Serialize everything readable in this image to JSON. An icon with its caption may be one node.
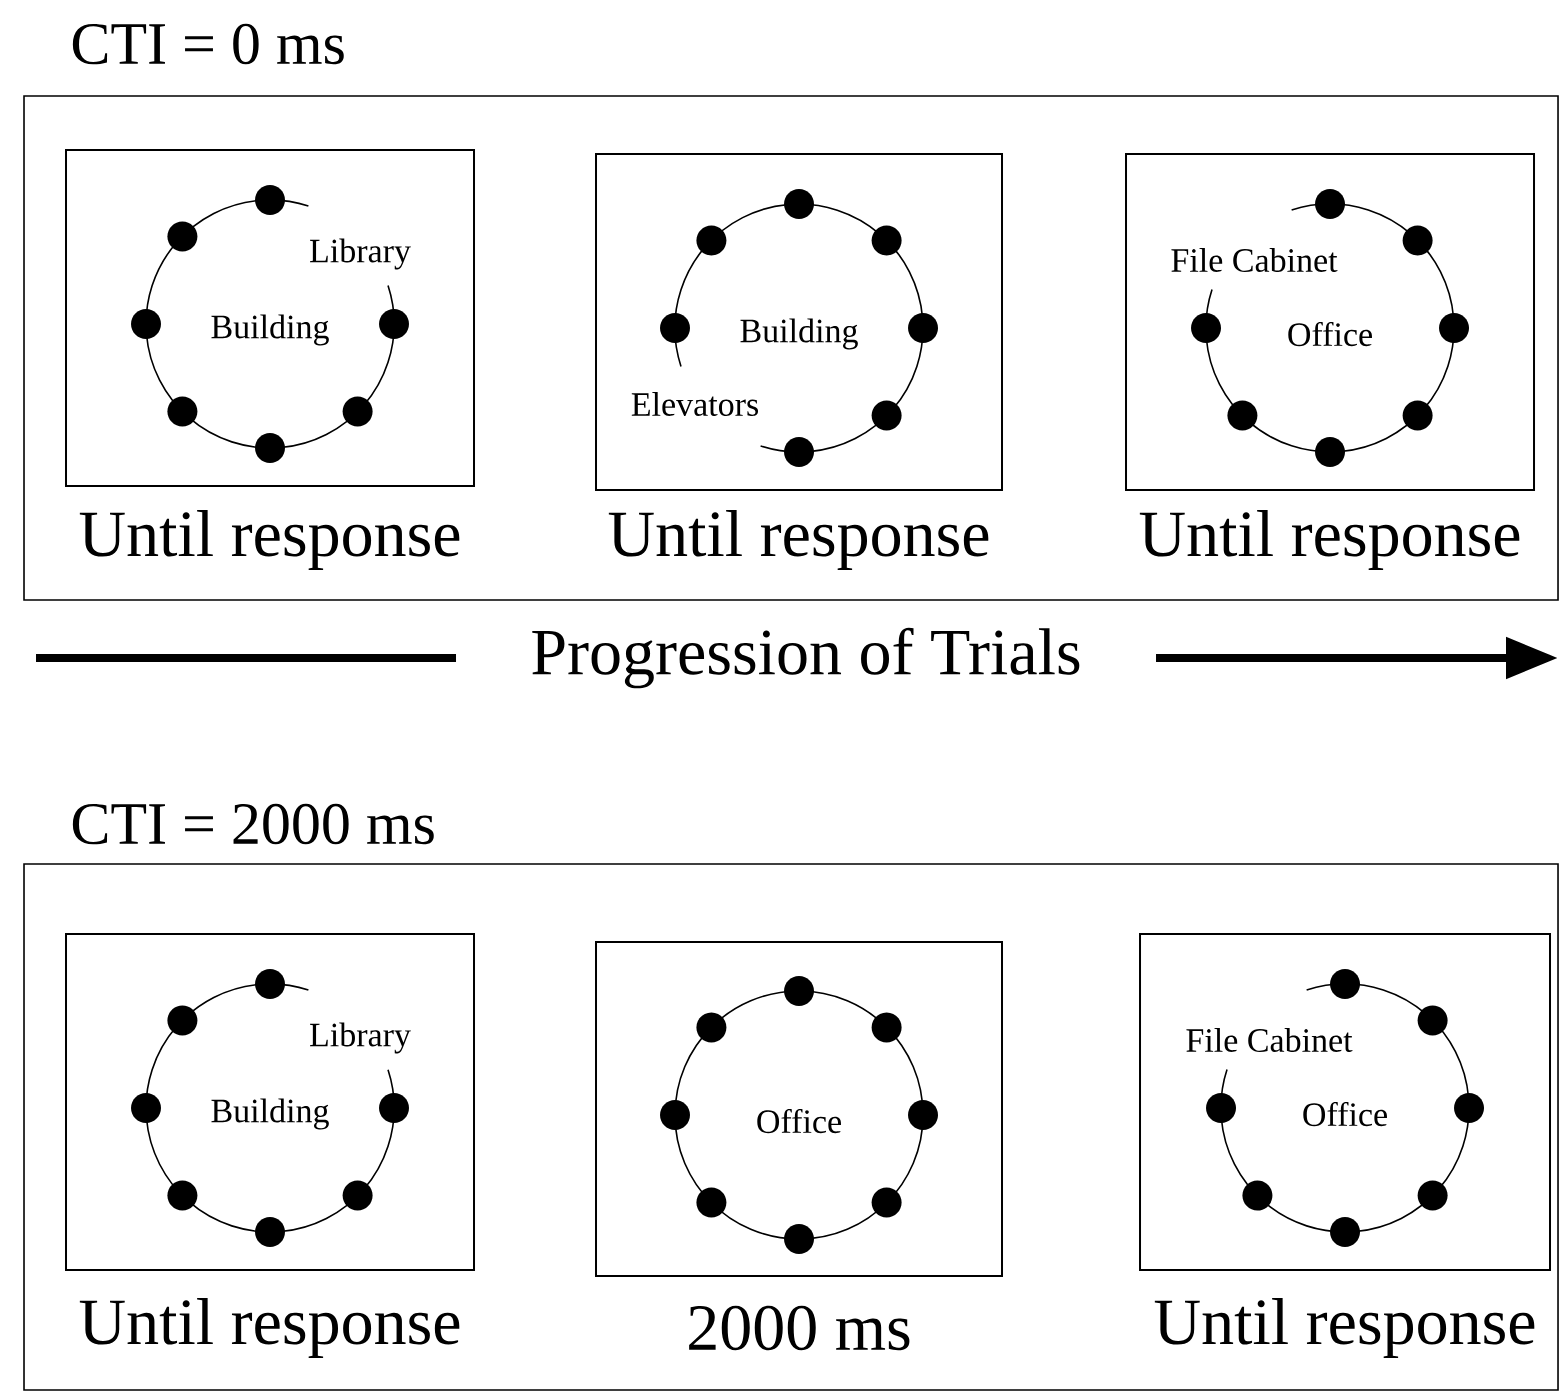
{
  "diagram": {
    "nodes": [
      {
        "text": [
          "CTI = 0 ms"
        ]
      },
      {
        "text": [
          "Library",
          "Building"
        ],
        "in": 0,
        "beside": [
          "Until response"
        ]
      },
      {
        "text": [
          "Building",
          "Elevators"
        ],
        "in": 0,
        "beside": [
          "Until response"
        ]
      },
      {
        "text": [
          "File Cabinet",
          "Office"
        ],
        "in": 0,
        "beside": [
          "Until response"
        ]
      },
      {
        "text": [
          "CTI = 2000 ms"
        ]
      },
      {
        "text": [
          "Library",
          "Building"
        ],
        "in": 4,
        "beside": [
          "Until response"
        ]
      },
      {
        "text": [
          "Office"
        ],
        "in": 4,
        "beside": [
          "2000 ms"
        ]
      },
      {
        "text": [
          "File Cabinet",
          "Office"
        ],
        "in": 4,
        "beside": [
          "Until response"
        ]
      }
    ],
    "labels": [
      "Progression of Trials"
    ]
  }
}
